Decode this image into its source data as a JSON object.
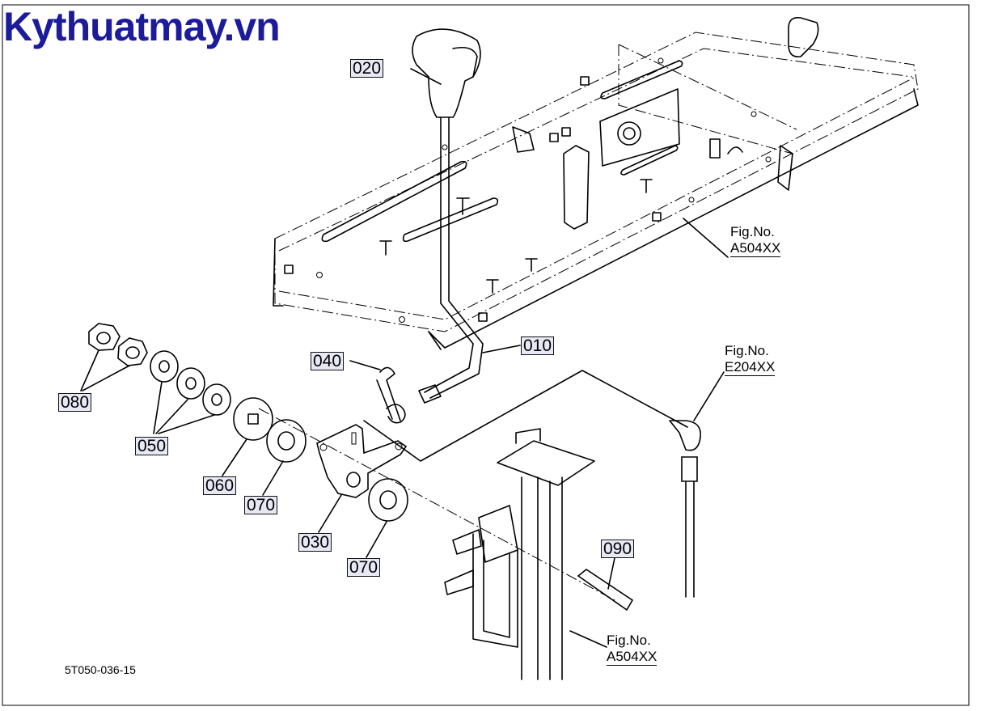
{
  "watermark": "Kythuatmay.vn",
  "colors": {
    "watermark": "#1b1b9c",
    "label_bg": "#e6e8f4"
  },
  "part_labels": {
    "p020": "020",
    "p010": "010",
    "p040": "040",
    "p080": "080",
    "p050": "050",
    "p060": "060",
    "p070a": "070",
    "p030": "030",
    "p070b": "070",
    "p090": "090"
  },
  "figure_refs": {
    "ref1": {
      "line1": "Fig.No.",
      "line2": "A504XX"
    },
    "ref2": {
      "line1": "Fig.No.",
      "line2": "E204XX"
    },
    "ref3": {
      "line1": "Fig.No.",
      "line2": "A504XX"
    }
  },
  "diagram_code": "5T050-036-15"
}
